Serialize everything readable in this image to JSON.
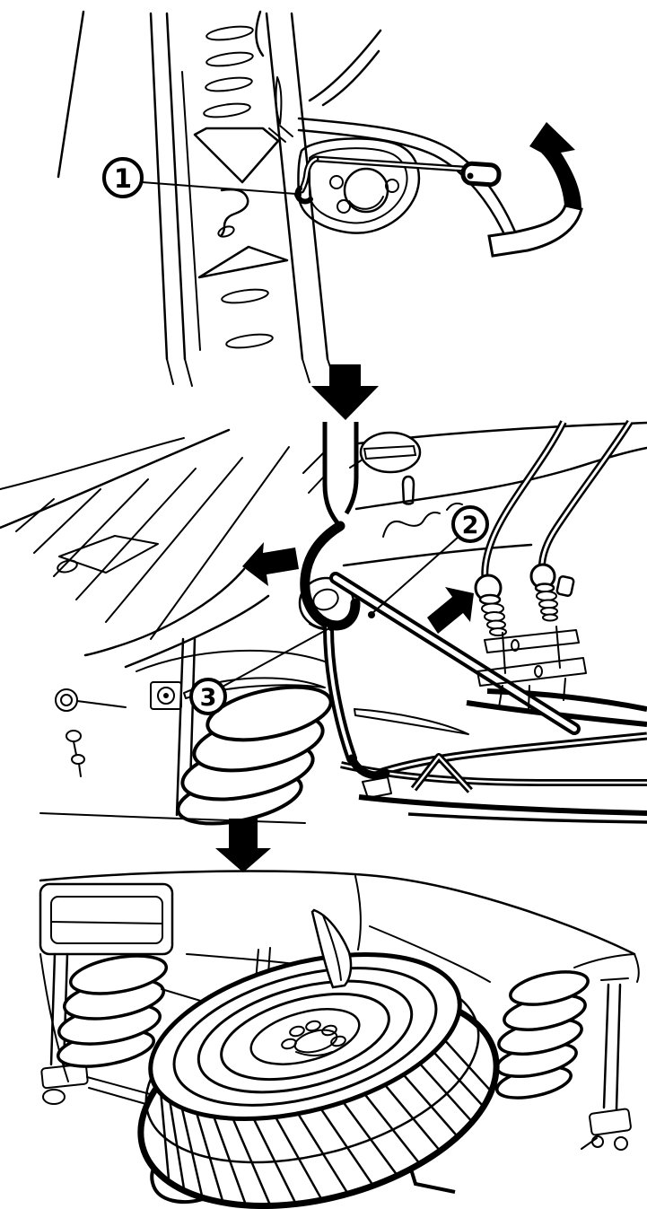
{
  "diagram": {
    "type": "instructional-figure",
    "colors": {
      "background": "#ffffff",
      "line": "#000000",
      "arrow_fill": "#000000"
    },
    "steps": [
      {
        "id": "step-1",
        "callouts": [
          {
            "label": "1"
          }
        ],
        "motion_arrows": [
          "rotate-counterclockwise"
        ]
      },
      {
        "id": "step-2",
        "callouts": [
          {
            "label": "2"
          },
          {
            "label": "3"
          }
        ],
        "motion_arrows": [
          "left",
          "up-right"
        ]
      },
      {
        "id": "step-3",
        "callouts": [],
        "motion_arrows": []
      }
    ],
    "connectors": [
      {
        "from": "step-1",
        "to": "step-2",
        "direction": "down"
      },
      {
        "from": "step-2",
        "to": "step-3",
        "direction": "down"
      }
    ]
  }
}
